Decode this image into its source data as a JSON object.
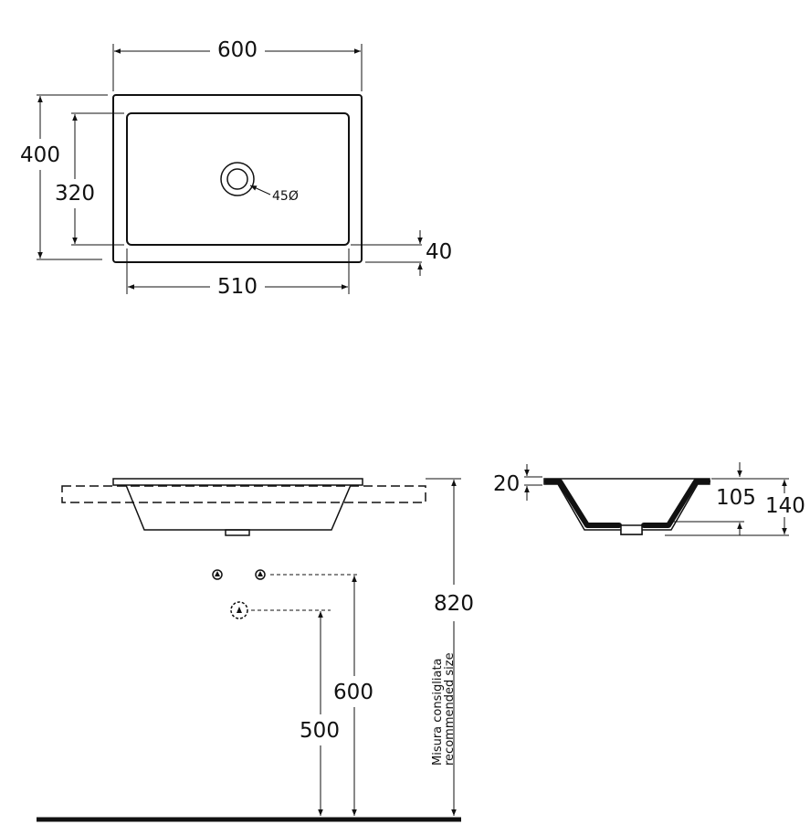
{
  "top_view": {
    "width_overall": "600",
    "height_overall": "400",
    "inner_height": "320",
    "inner_width": "510",
    "rim": "40",
    "drain": "45Ø"
  },
  "front_view": {
    "height_820": "820",
    "height_600": "600",
    "height_500": "500",
    "note_line1": "Misura consigliata",
    "note_line2": "recommended size"
  },
  "side_view": {
    "rim_thickness": "20",
    "bowl_depth": "105",
    "total_height": "140"
  }
}
